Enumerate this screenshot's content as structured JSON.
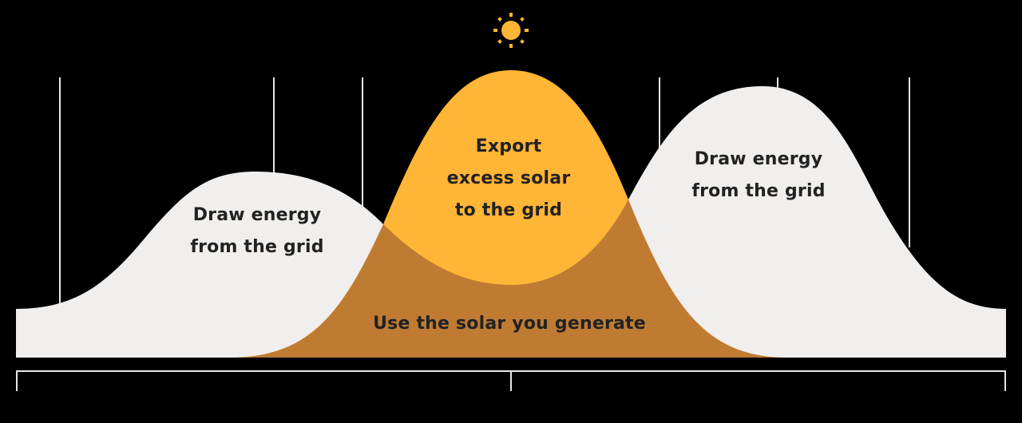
{
  "colors": {
    "background": "#000000",
    "grid_draw": "#F0EFED",
    "solar_export": "#FFB535",
    "solar_use": "#C07B33",
    "guide_lines": "#E6E6E6",
    "text": "#222222",
    "sun": "#FFB535"
  },
  "icons": {
    "sun": "sun-icon"
  },
  "regions": {
    "morning_draw": {
      "lines": [
        "Draw energy",
        "from the grid"
      ]
    },
    "export": {
      "lines": [
        "Export",
        "excess solar",
        "to the grid"
      ]
    },
    "use": {
      "lines": [
        "Use the solar you generate"
      ]
    },
    "evening_draw": {
      "lines": [
        "Draw energy",
        "from the grid"
      ]
    }
  },
  "guide_lines_x": [
    75,
    343,
    454,
    826,
    974,
    1139
  ],
  "axis": {
    "ticks_x": [
      20,
      640,
      1259
    ]
  }
}
